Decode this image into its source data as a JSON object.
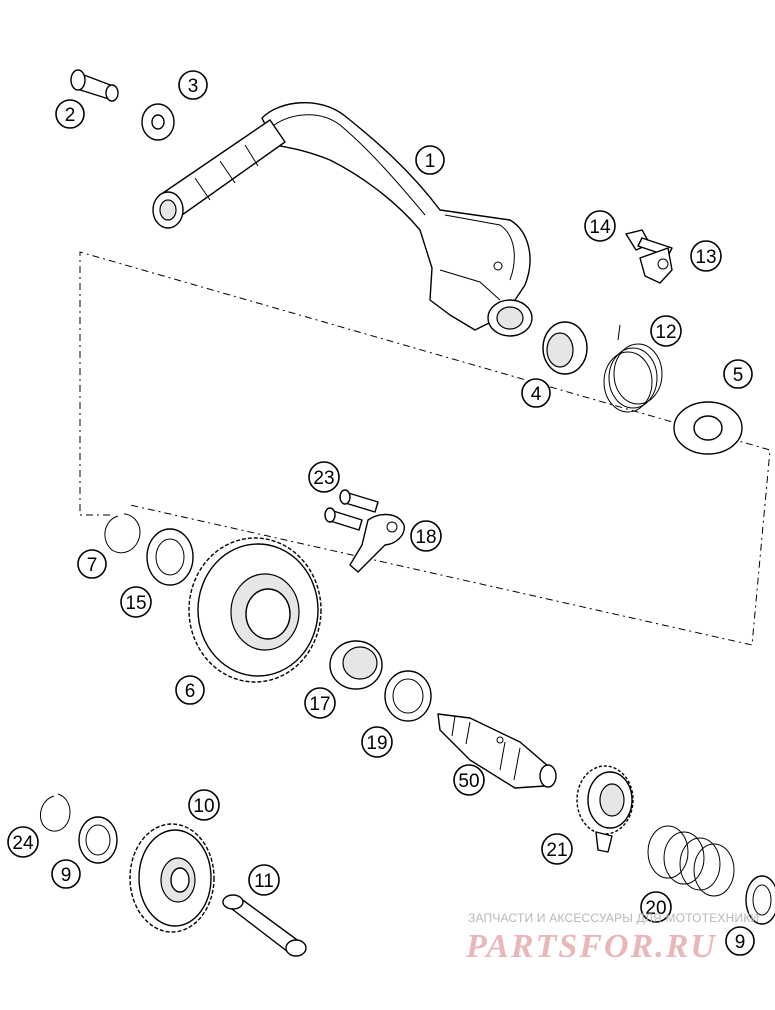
{
  "diagram": {
    "callouts": [
      {
        "id": "c1",
        "label": "1"
      },
      {
        "id": "c2",
        "label": "2"
      },
      {
        "id": "c3",
        "label": "3"
      },
      {
        "id": "c4",
        "label": "4"
      },
      {
        "id": "c5",
        "label": "5"
      },
      {
        "id": "c6",
        "label": "6"
      },
      {
        "id": "c7",
        "label": "7"
      },
      {
        "id": "c9a",
        "label": "9"
      },
      {
        "id": "c9b",
        "label": "9"
      },
      {
        "id": "c10",
        "label": "10"
      },
      {
        "id": "c11",
        "label": "11"
      },
      {
        "id": "c12",
        "label": "12"
      },
      {
        "id": "c13",
        "label": "13"
      },
      {
        "id": "c14",
        "label": "14"
      },
      {
        "id": "c15",
        "label": "15"
      },
      {
        "id": "c17",
        "label": "17"
      },
      {
        "id": "c18",
        "label": "18"
      },
      {
        "id": "c19",
        "label": "19"
      },
      {
        "id": "c20",
        "label": "20"
      },
      {
        "id": "c21",
        "label": "21"
      },
      {
        "id": "c23",
        "label": "23"
      },
      {
        "id": "c24",
        "label": "24"
      },
      {
        "id": "c50",
        "label": "50"
      }
    ]
  },
  "watermark": {
    "tagline": "ЗАПЧАСТИ И АКСЕССУАРЫ ДЛЯ МОТОТЕХНИКИ",
    "logo": "PARTSFOR.RU"
  },
  "colors": {
    "line": "#000000",
    "background": "#ffffff",
    "watermark_logo": "#e9b7b7",
    "watermark_text": "#b8b8b8"
  }
}
